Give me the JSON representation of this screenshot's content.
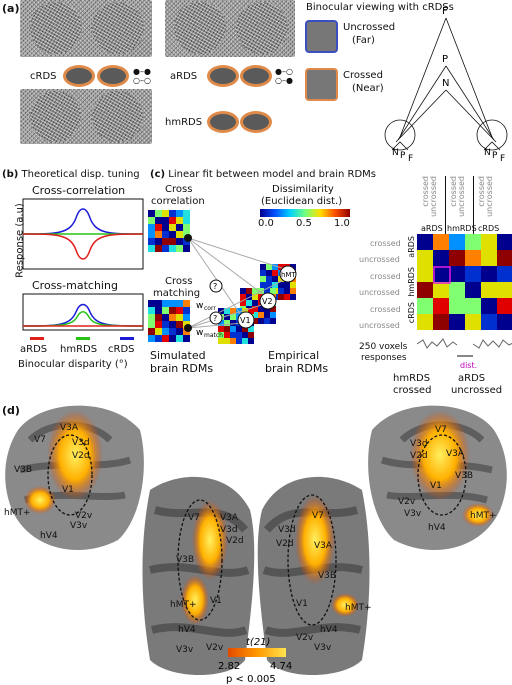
{
  "panels": {
    "a": {
      "letter": "(a)",
      "crds_label": "cRDS",
      "ards_label": "aRDS",
      "hmrds_label": "hmRDS",
      "binocular_title": "Binocular viewing with cRDSs",
      "uncrossed_label": "Uncrossed",
      "uncrossed_sub": "(Far)",
      "crossed_label": "Crossed",
      "crossed_sub": "(Near)",
      "geometry_labels": {
        "f_top": "F",
        "p": "P",
        "n": "N",
        "n_left": "N",
        "p_left": "P",
        "f_left": "F",
        "n_right": "N",
        "p_right": "P",
        "f_right": "F"
      }
    },
    "b": {
      "letter": "(b)",
      "title": "Theoretical disp. tuning",
      "top_title": "Cross-correlation",
      "bottom_title": "Cross-matching",
      "ylabel": "Response (a.u)",
      "xlabel": "Binocular disparity (°)",
      "x_categories": [
        "aRDS",
        "hmRDS",
        "cRDS"
      ],
      "colors": {
        "ards": "#e0211b",
        "hmrds": "#27c417",
        "crds": "#1b1bd8"
      }
    },
    "c": {
      "letter": "(c)",
      "title": "Linear fit between model and brain RDMs",
      "cross_corr_label_1": "Cross",
      "cross_corr_label_2": "correlation",
      "cross_match_label_1": "Cross",
      "cross_match_label_2": "matching",
      "simulated_1": "Simulated",
      "simulated_2": "brain RDMs",
      "empirical_1": "Empirical",
      "empirical_2": "brain RDMs",
      "dissim_title": "Dissimilarity",
      "dissim_sub": "(Euclidean dist.)",
      "colorbar_ticks": [
        "0.0",
        "0.5",
        "1.0"
      ],
      "w_corr": "w",
      "w_corr_sub": "corr",
      "w_match": "w",
      "w_match_sub": "match",
      "q": "?",
      "areas": [
        "V1",
        "V2",
        "hMT"
      ],
      "rdm_col_labels": [
        "crossed",
        "uncrossed",
        "crossed",
        "uncrossed",
        "crossed",
        "uncrossed"
      ],
      "rdm_group_labels": [
        "aRDS",
        "hmRDS",
        "cRDS"
      ],
      "voxels_label_1": "250 voxels",
      "voxels_label_2": "responses",
      "dist_label": "dist.",
      "hm_label_1": "hmRDS",
      "hm_label_2": "crossed",
      "a_label_1": "aRDS",
      "a_label_2": "uncrossed"
    },
    "d": {
      "letter": "(d)",
      "roi_left_inflated": [
        "V7",
        "V3A",
        "V3d",
        "V2d",
        "V3B",
        "V1",
        "hMT+",
        "V2v",
        "V3v",
        "hV4"
      ],
      "roi_left_flat": [
        "V7",
        "V3A",
        "V3d",
        "V2d",
        "V3B",
        "hMT+",
        "V1",
        "hV4",
        "V3v",
        "V2v"
      ],
      "roi_right_flat": [
        "V3d",
        "V7",
        "V2d",
        "V3A",
        "V3B",
        "hMT+",
        "V1",
        "V2v",
        "hV4",
        "V3v"
      ],
      "roi_right_inflated": [
        "V7",
        "V3d",
        "V2d",
        "V3A",
        "V1",
        "V3B",
        "V2v",
        "V3v",
        "hV4",
        "hMT+"
      ],
      "stat_label": "t(21)",
      "stat_min": "2.82",
      "stat_max": "4.74",
      "p_label": "p < 0.005"
    }
  }
}
